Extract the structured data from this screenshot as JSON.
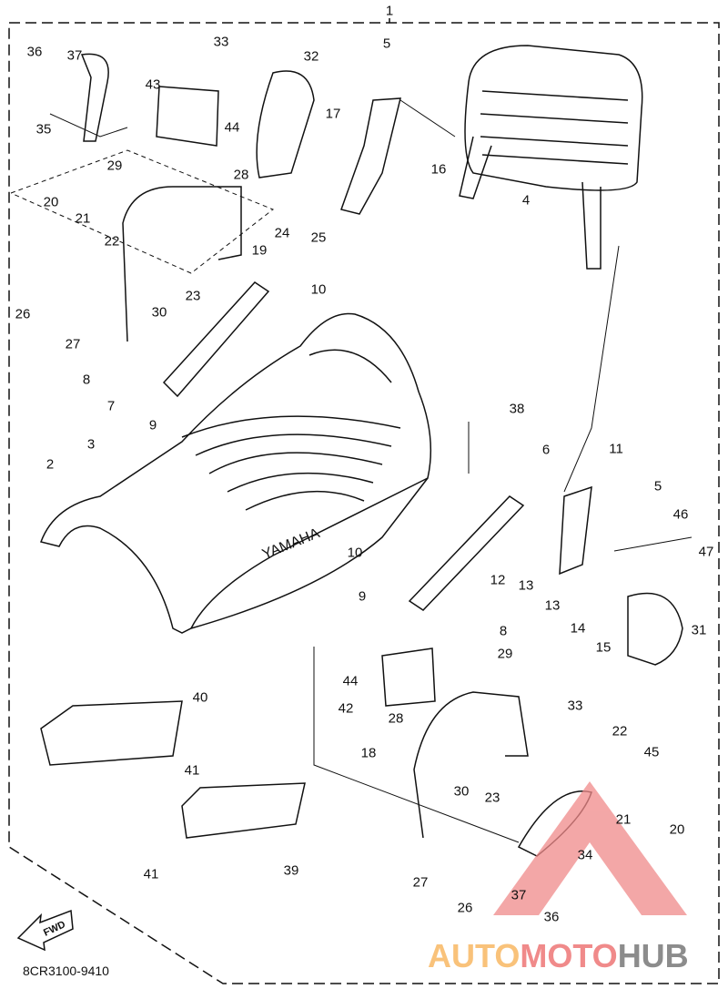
{
  "diagram": {
    "part_labels": [
      "1",
      "36",
      "37",
      "35",
      "33",
      "32",
      "5",
      "43",
      "44",
      "17",
      "16",
      "29",
      "28",
      "4",
      "20",
      "21",
      "22",
      "19",
      "24",
      "25",
      "26",
      "30",
      "23",
      "10",
      "27",
      "8",
      "7",
      "9",
      "38",
      "3",
      "2",
      "6",
      "11",
      "5",
      "46",
      "47",
      "10",
      "12",
      "13",
      "9",
      "13",
      "14",
      "8",
      "15",
      "31",
      "29",
      "44",
      "42",
      "28",
      "33",
      "40",
      "45",
      "18",
      "22",
      "41",
      "30",
      "23",
      "21",
      "20",
      "34",
      "39",
      "41",
      "27",
      "37",
      "26",
      "36"
    ],
    "seat_logo": "YAMAHA",
    "fwd_label": "FWD",
    "drawing_code": "8CR3100-9410"
  },
  "watermark": {
    "part1": "AUTO",
    "part2": "MOTO",
    "part3": "HUB"
  },
  "colors": {
    "line": "#111111",
    "watermark_red": "#f08a8a",
    "watermark_orange": "#f9c27a",
    "watermark_gray": "#8c8c8c"
  }
}
